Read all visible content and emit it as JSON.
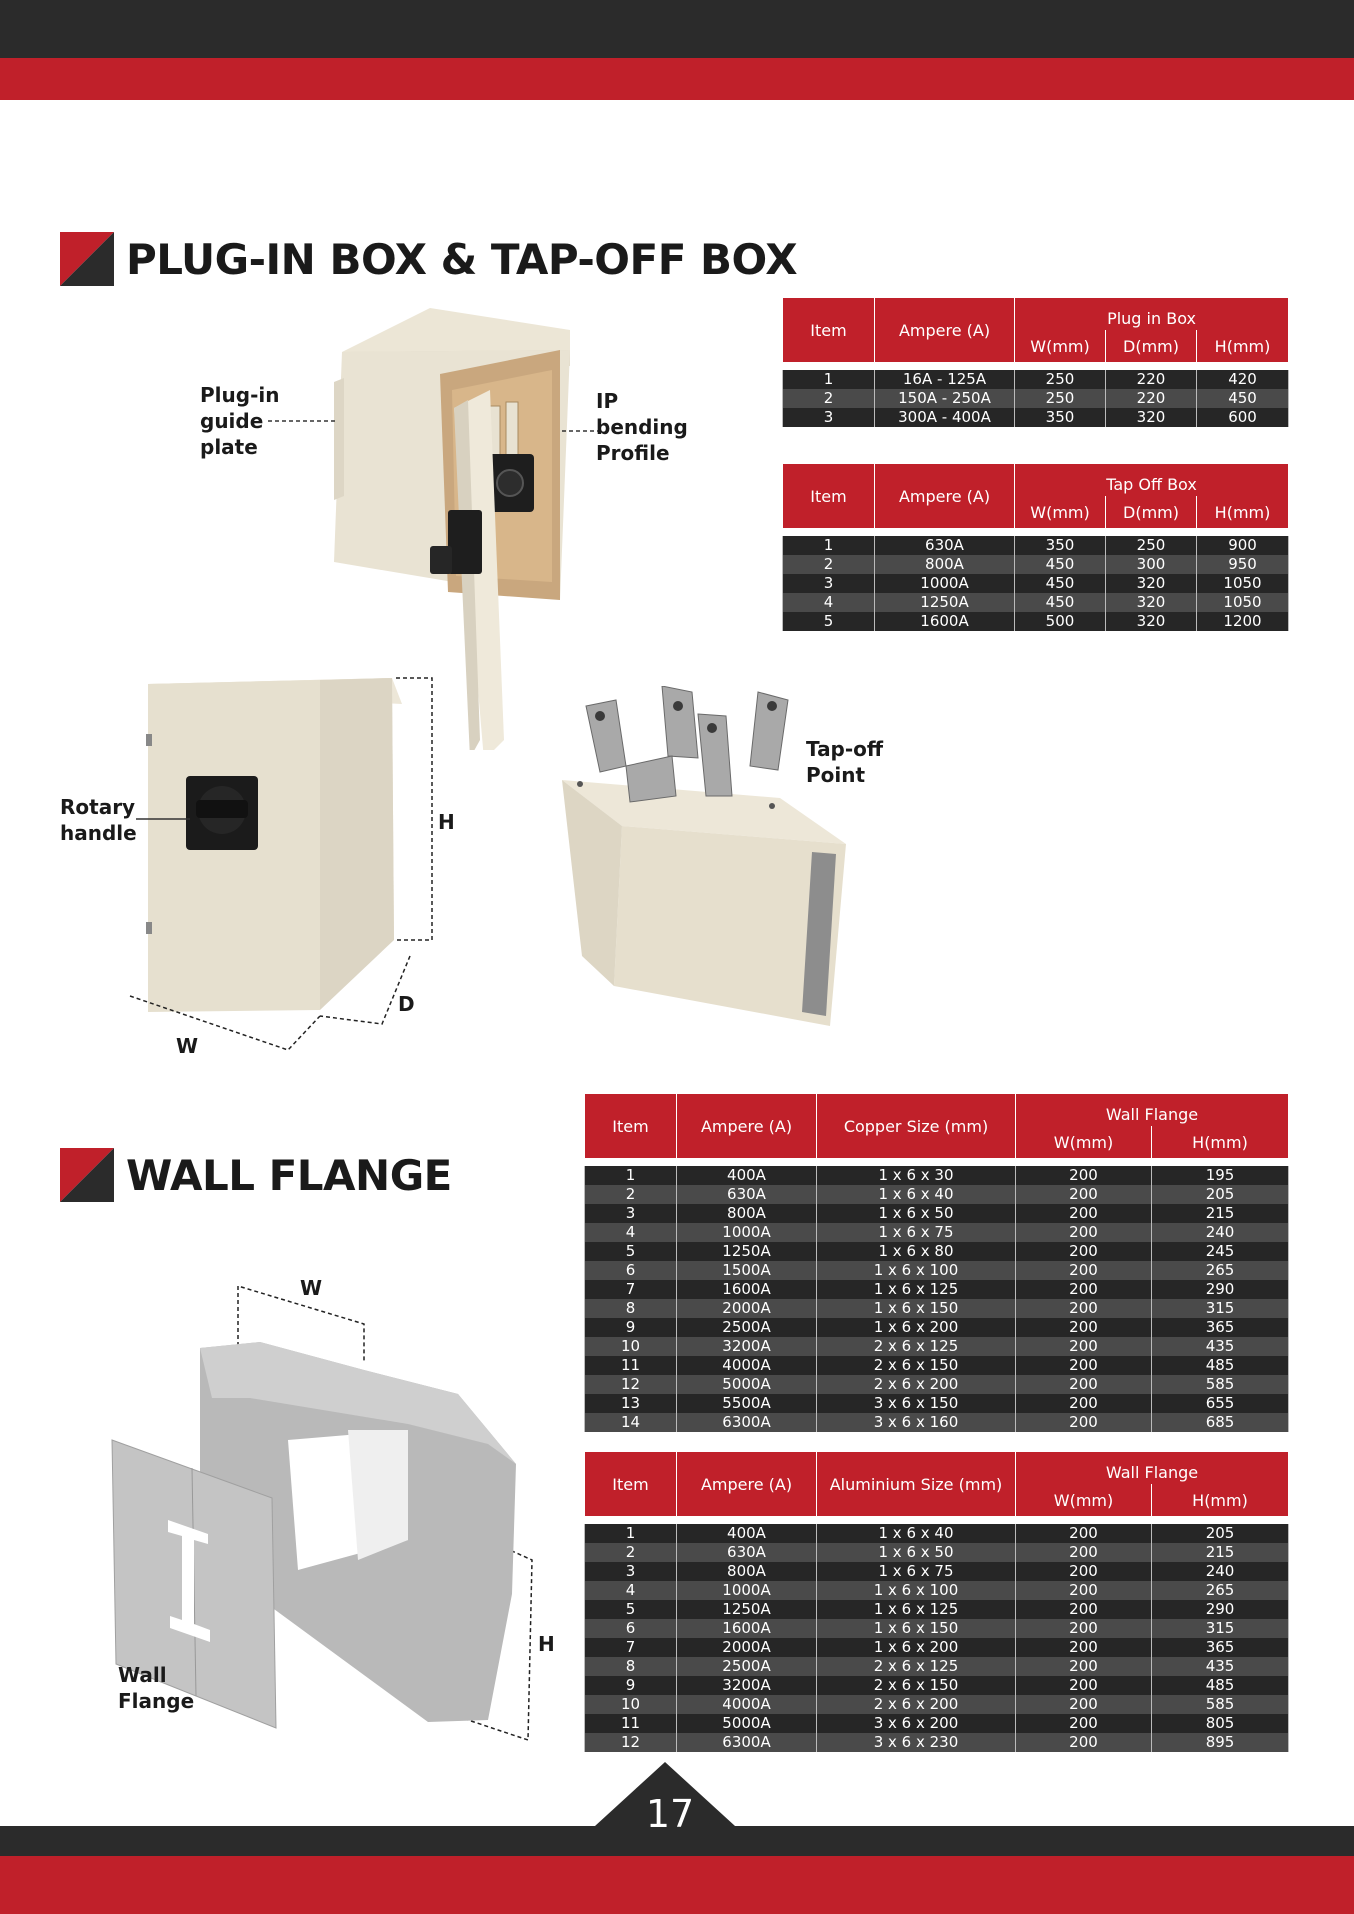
{
  "page_number": "17",
  "sections": {
    "plugin_title": "PLUG-IN BOX & TAP-OFF BOX",
    "wall_title": "WALL FLANGE"
  },
  "callouts": {
    "plugin_guide": "Plug-in guide plate",
    "ip_bending": "IP bending Profile",
    "rotary_handle": "Rotary handle",
    "tap_off_point": "Tap-off Point",
    "wall_flange": "Wall Flange"
  },
  "dims": {
    "h1": "H",
    "d1": "D",
    "w1": "W",
    "w2": "W",
    "h2": "H"
  },
  "plug_in_table": {
    "col_item": "Item",
    "col_ampere": "Ampere (A)",
    "group": "Plug in Box",
    "col_w": "W(mm)",
    "col_d": "D(mm)",
    "col_h": "H(mm)",
    "rows": [
      [
        "1",
        "16A - 125A",
        "250",
        "220",
        "420"
      ],
      [
        "2",
        "150A - 250A",
        "250",
        "220",
        "450"
      ],
      [
        "3",
        "300A - 400A",
        "350",
        "320",
        "600"
      ]
    ]
  },
  "tap_off_table": {
    "col_item": "Item",
    "col_ampere": "Ampere (A)",
    "group": "Tap Off Box",
    "col_w": "W(mm)",
    "col_d": "D(mm)",
    "col_h": "H(mm)",
    "rows": [
      [
        "1",
        "630A",
        "350",
        "250",
        "900"
      ],
      [
        "2",
        "800A",
        "450",
        "300",
        "950"
      ],
      [
        "3",
        "1000A",
        "450",
        "320",
        "1050"
      ],
      [
        "4",
        "1250A",
        "450",
        "320",
        "1050"
      ],
      [
        "5",
        "1600A",
        "500",
        "320",
        "1200"
      ]
    ]
  },
  "copper_table": {
    "col_item": "Item",
    "col_ampere": "Ampere (A)",
    "col_size": "Copper Size (mm)",
    "group": "Wall Flange",
    "col_w": "W(mm)",
    "col_h": "H(mm)",
    "rows": [
      [
        "1",
        "400A",
        "1 x 6 x 30",
        "200",
        "195"
      ],
      [
        "2",
        "630A",
        "1 x 6 x 40",
        "200",
        "205"
      ],
      [
        "3",
        "800A",
        "1 x 6 x 50",
        "200",
        "215"
      ],
      [
        "4",
        "1000A",
        "1 x 6 x 75",
        "200",
        "240"
      ],
      [
        "5",
        "1250A",
        "1 x 6 x 80",
        "200",
        "245"
      ],
      [
        "6",
        "1500A",
        "1 x 6 x 100",
        "200",
        "265"
      ],
      [
        "7",
        "1600A",
        "1 x 6 x 125",
        "200",
        "290"
      ],
      [
        "8",
        "2000A",
        "1 x 6 x 150",
        "200",
        "315"
      ],
      [
        "9",
        "2500A",
        "1 x 6 x 200",
        "200",
        "365"
      ],
      [
        "10",
        "3200A",
        "2 x 6 x 125",
        "200",
        "435"
      ],
      [
        "11",
        "4000A",
        "2 x 6 x 150",
        "200",
        "485"
      ],
      [
        "12",
        "5000A",
        "2 x 6 x 200",
        "200",
        "585"
      ],
      [
        "13",
        "5500A",
        "3 x 6 x 150",
        "200",
        "655"
      ],
      [
        "14",
        "6300A",
        "3 x 6 x 160",
        "200",
        "685"
      ]
    ]
  },
  "aluminium_table": {
    "col_item": "Item",
    "col_ampere": "Ampere (A)",
    "col_size": "Aluminium Size (mm)",
    "group": "Wall Flange",
    "col_w": "W(mm)",
    "col_h": "H(mm)",
    "rows": [
      [
        "1",
        "400A",
        "1 x 6 x 40",
        "200",
        "205"
      ],
      [
        "2",
        "630A",
        "1 x 6 x 50",
        "200",
        "215"
      ],
      [
        "3",
        "800A",
        "1 x 6 x 75",
        "200",
        "240"
      ],
      [
        "4",
        "1000A",
        "1 x 6 x 100",
        "200",
        "265"
      ],
      [
        "5",
        "1250A",
        "1 x 6 x 125",
        "200",
        "290"
      ],
      [
        "6",
        "1600A",
        "1 x 6 x 150",
        "200",
        "315"
      ],
      [
        "7",
        "2000A",
        "1 x 6 x 200",
        "200",
        "365"
      ],
      [
        "8",
        "2500A",
        "2 x 6 x 125",
        "200",
        "435"
      ],
      [
        "9",
        "3200A",
        "2 x 6 x 150",
        "200",
        "485"
      ],
      [
        "10",
        "4000A",
        "2 x 6 x 200",
        "200",
        "585"
      ],
      [
        "11",
        "5000A",
        "3 x 6 x 200",
        "200",
        "805"
      ],
      [
        "12",
        "6300A",
        "3 x 6 x 230",
        "200",
        "895"
      ]
    ]
  },
  "colors": {
    "brand_red": "#c0202a",
    "dark": "#2b2b2b"
  }
}
